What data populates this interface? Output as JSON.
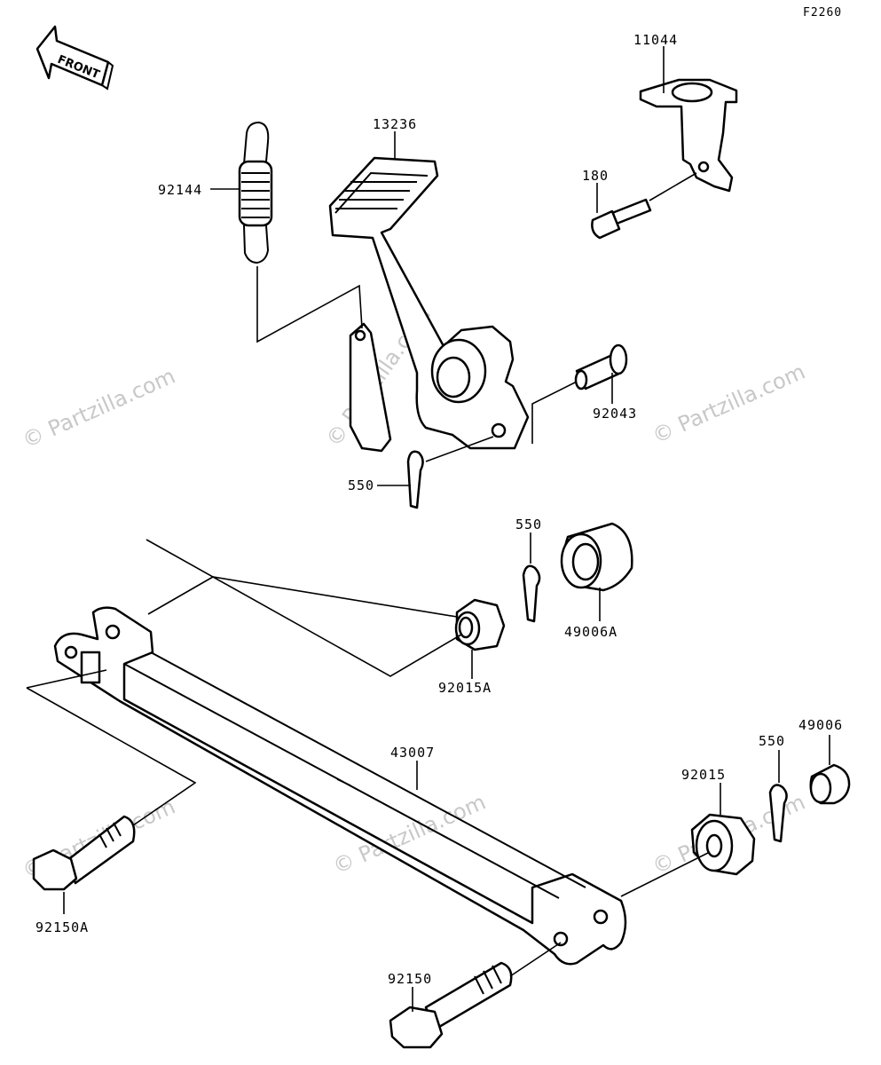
{
  "diagram_code": "F2260",
  "front_label": "FRONT",
  "watermark": "© Partzilla.com",
  "parts": {
    "p11044": "11044",
    "p180": "180",
    "p13236": "13236",
    "p92144": "92144",
    "p92043": "92043",
    "p550_a": "550",
    "p550_b": "550",
    "p550_c": "550",
    "p49006A": "49006A",
    "p92015A": "92015A",
    "p43007": "43007",
    "p92015": "92015",
    "p49006": "49006",
    "p92150A": "92150A",
    "p92150": "92150"
  }
}
